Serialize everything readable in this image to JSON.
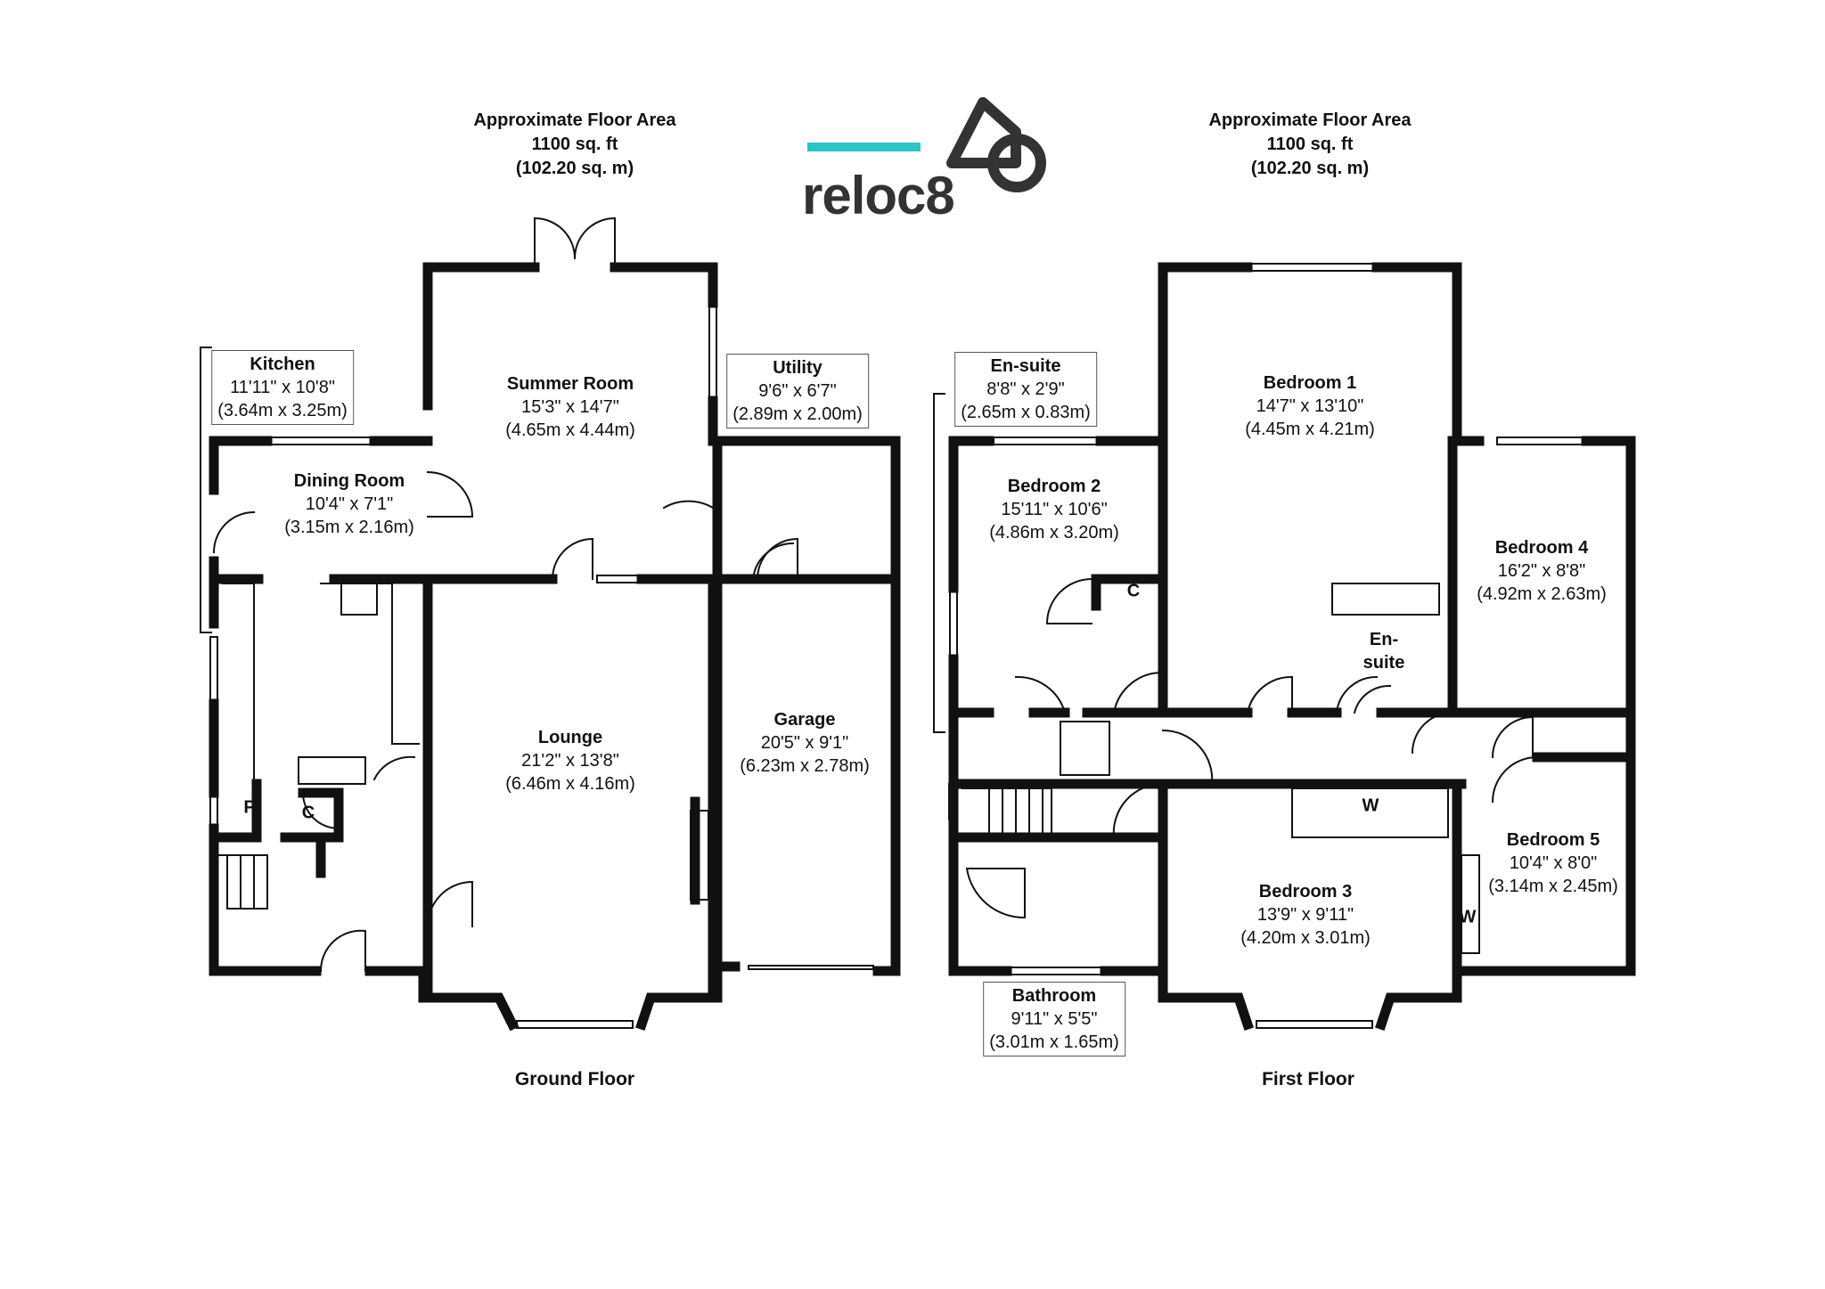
{
  "brand": {
    "name": "reloc8",
    "accent_color": "#2ec4c4",
    "dark_color": "#333333"
  },
  "ground": {
    "area": {
      "line1": "Approximate Floor Area",
      "line2": "1100 sq. ft",
      "line3": "(102.20 sq. m)"
    },
    "floor_label": "Ground Floor",
    "rooms": {
      "kitchen": {
        "name": "Kitchen",
        "imperial": "11'11\" x 10'8\"",
        "metric": "(3.64m x 3.25m)"
      },
      "summer_room": {
        "name": "Summer Room",
        "imperial": "15'3\" x 14'7\"",
        "metric": "(4.65m x 4.44m)"
      },
      "utility": {
        "name": "Utility",
        "imperial": "9'6\" x 6'7\"",
        "metric": "(2.89m x 2.00m)"
      },
      "dining_room": {
        "name": "Dining Room",
        "imperial": "10'4\" x 7'1\"",
        "metric": "(3.15m x 2.16m)"
      },
      "lounge": {
        "name": "Lounge",
        "imperial": "21'2\" x 13'8\"",
        "metric": "(6.46m x 4.16m)"
      },
      "garage": {
        "name": "Garage",
        "imperial": "20'5\" x 9'1\"",
        "metric": "(6.23m x 2.78m)"
      }
    },
    "marks": {
      "pantry": "P",
      "cupboard": "C"
    }
  },
  "first": {
    "area": {
      "line1": "Approximate Floor Area",
      "line2": "1100 sq. ft",
      "line3": "(102.20 sq. m)"
    },
    "floor_label": "First Floor",
    "rooms": {
      "ensuite_box": {
        "name": "En-suite",
        "imperial": "8'8\" x 2'9\"",
        "metric": "(2.65m x 0.83m)"
      },
      "bedroom1": {
        "name": "Bedroom 1",
        "imperial": "14'7\" x 13'10\"",
        "metric": "(4.45m x 4.21m)"
      },
      "bedroom2": {
        "name": "Bedroom 2",
        "imperial": "15'11\" x 10'6\"",
        "metric": "(4.86m x 3.20m)"
      },
      "bedroom4": {
        "name": "Bedroom 4",
        "imperial": "16'2\" x 8'8\"",
        "metric": "(4.92m x 2.63m)"
      },
      "ensuite_inner": {
        "line1": "En-",
        "line2": "suite"
      },
      "bedroom3": {
        "name": "Bedroom 3",
        "imperial": "13'9\" x 9'11\"",
        "metric": "(4.20m x 3.01m)"
      },
      "bedroom5": {
        "name": "Bedroom 5",
        "imperial": "10'4\" x 8'0\"",
        "metric": "(3.14m x 2.45m)"
      },
      "bathroom": {
        "name": "Bathroom",
        "imperial": "9'11\" x 5'5\"",
        "metric": "(3.01m x 1.65m)"
      }
    },
    "marks": {
      "cupboard": "C",
      "wardrobe3": "W",
      "wardrobe5": "W"
    }
  }
}
